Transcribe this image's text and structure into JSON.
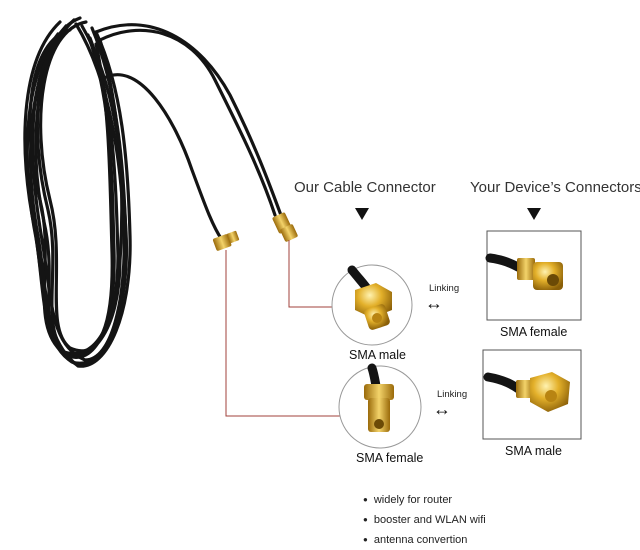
{
  "headings": {
    "our_cable": "Our Cable Connector",
    "your_device": "Your Device’s Connectors"
  },
  "connectors": {
    "our_top": "SMA male",
    "our_bottom": "SMA female",
    "device_top": "SMA female",
    "device_bottom": "SMA male"
  },
  "linking": {
    "top": "Linking",
    "bottom": "Linking"
  },
  "bullets": [
    "widely for router",
    "booster and WLAN wifi",
    "antenna convertion"
  ],
  "colors": {
    "cable": "#141414",
    "gold": "#d9a520",
    "leader_line": "#a0413b"
  }
}
